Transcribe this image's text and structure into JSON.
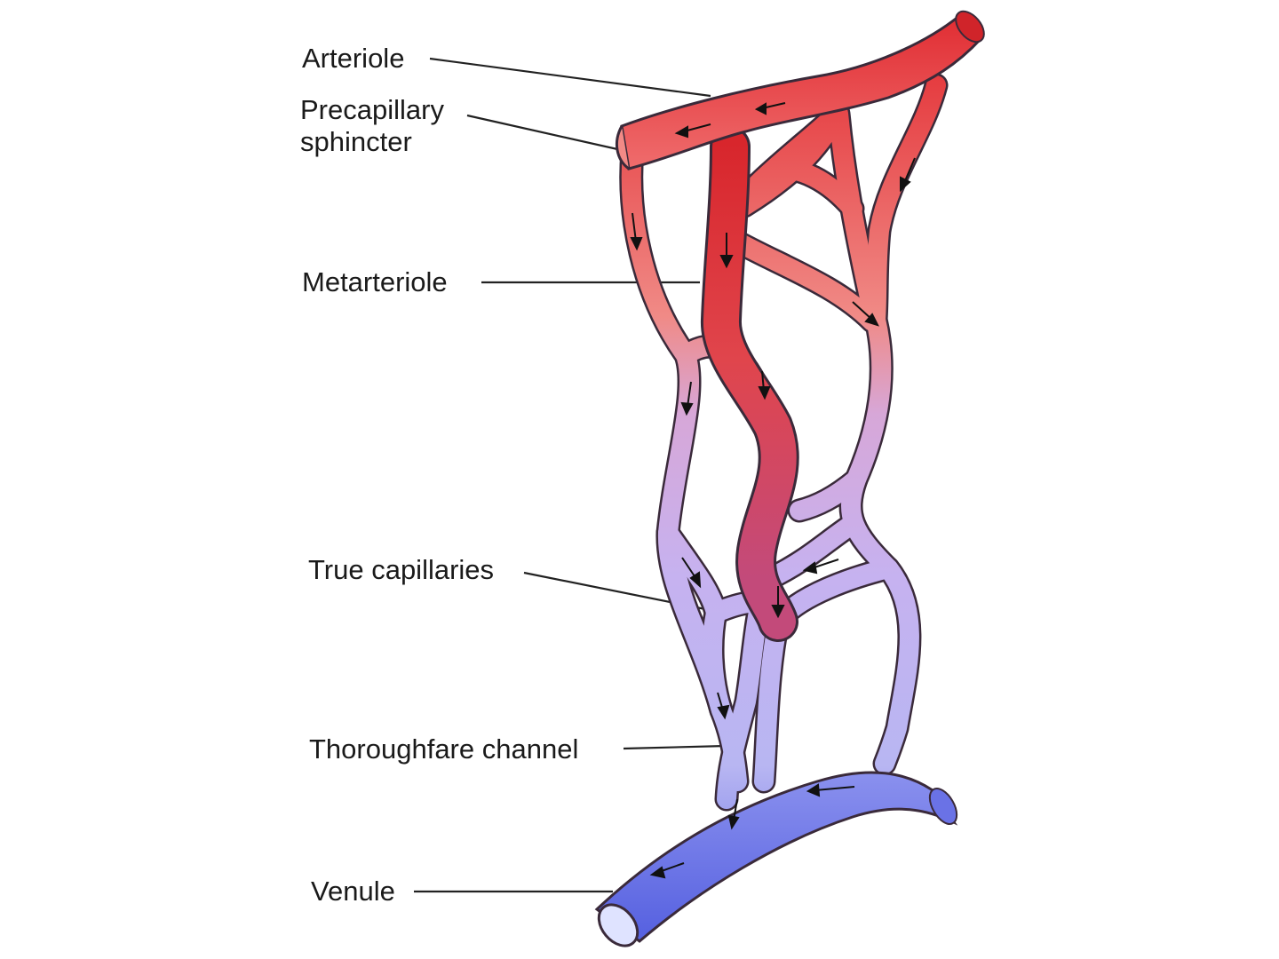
{
  "labels": {
    "arteriole": "Arteriole",
    "precapillary_line1": "Precapillary",
    "precapillary_line2": "sphincter",
    "metarteriole": "Metarteriole",
    "true_capillaries": "True capillaries",
    "thoroughfare_channel": "Thoroughfare channel",
    "venule": "Venule"
  },
  "colors": {
    "arterial": "#e8383c",
    "arterial_light": "#f07a78",
    "venous": "#6f78e8",
    "venous_light": "#c6b6f0",
    "outline": "#3a2a3a",
    "leader": "#222222"
  }
}
